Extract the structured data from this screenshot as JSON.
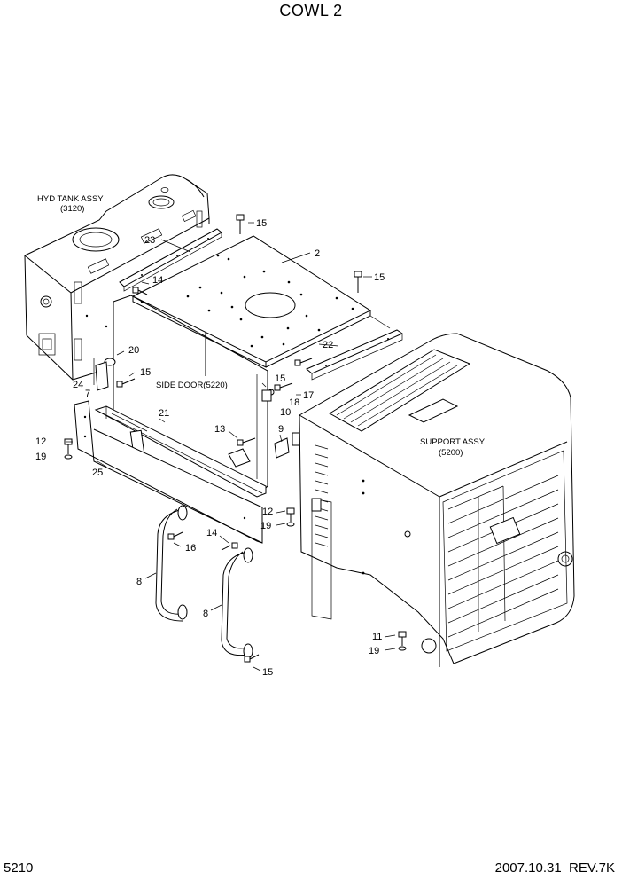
{
  "title": "COWL 2",
  "footer": {
    "page": "5210",
    "date_rev": "2007.10.31  REV.7K"
  },
  "labels": {
    "hyd_tank_1": "HYD TANK ASSY",
    "hyd_tank_2": "(3120)",
    "side_door": "SIDE DOOR(5220)",
    "support_1": "SUPPORT ASSY",
    "support_2": "(5200)"
  },
  "callouts": {
    "c15a": "15",
    "c15b": "15",
    "c15c": "15",
    "c15d": "15",
    "c15e": "15",
    "c2": "2",
    "c23": "23",
    "c14a": "14",
    "c14b": "14",
    "c20": "20",
    "c24": "24",
    "c7": "7",
    "c22": "22",
    "c17": "17",
    "c18": "18",
    "c10": "10",
    "c21": "21",
    "c13": "13",
    "c9": "9",
    "c12a": "12",
    "c12b": "12",
    "c19a": "19",
    "c19b": "19",
    "c19c": "19",
    "c25": "25",
    "c16": "16",
    "c8a": "8",
    "c8b": "8",
    "c11": "11"
  }
}
